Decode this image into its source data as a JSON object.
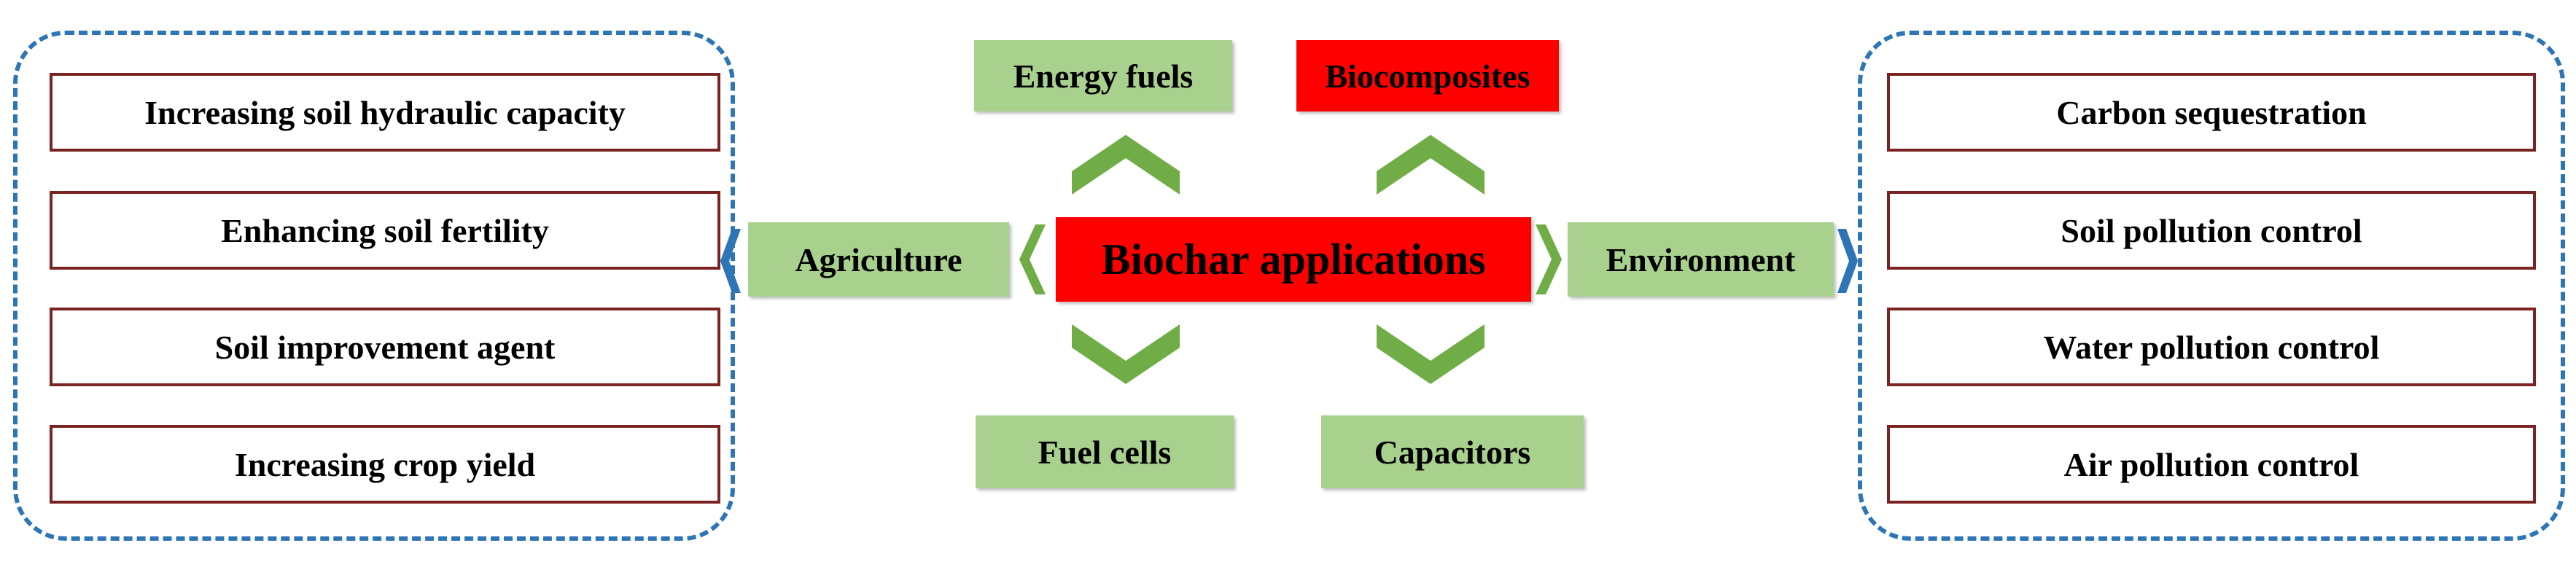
{
  "colors": {
    "green_box": "#a9d18e",
    "green_chevron": "#70ad47",
    "red_box": "#ff0000",
    "item_border": "#7b2323",
    "dashed_border": "#2e75b6"
  },
  "center": {
    "label": "Biochar applications"
  },
  "top": {
    "left": "Energy fuels",
    "right": "Biocomposites"
  },
  "bottom": {
    "left": "Fuel cells",
    "right": "Capacitors"
  },
  "left_category": "Agriculture",
  "right_category": "Environment",
  "agriculture_items": [
    "Increasing soil hydraulic capacity",
    "Enhancing soil fertility",
    "Soil improvement agent",
    "Increasing crop yield"
  ],
  "environment_items": [
    "Carbon sequestration",
    "Soil pollution control",
    "Water pollution control",
    "Air pollution control"
  ],
  "icons": {
    "up": "chevron-up-icon",
    "down": "chevron-down-icon",
    "left": "chevron-left-icon",
    "right": "chevron-right-icon"
  }
}
